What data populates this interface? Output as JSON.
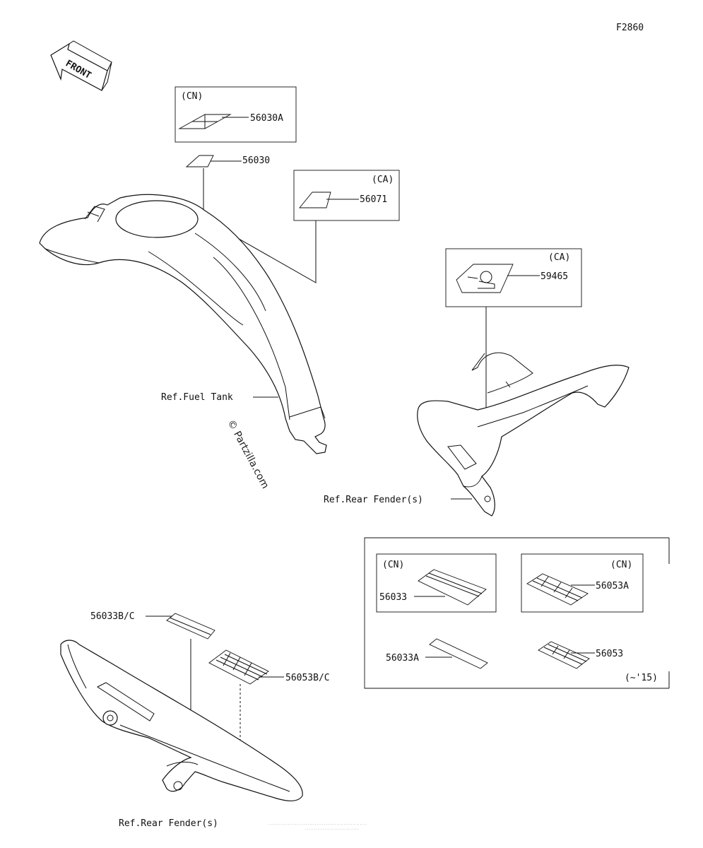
{
  "diagram_code": "F2860",
  "front_label": "FRONT",
  "watermark": "© Partzilla.com",
  "ref_fuel_tank": "Ref.Fuel Tank",
  "ref_rear_fender_top": "Ref.Rear Fender(s)",
  "ref_rear_fender_bottom": "Ref.Rear Fender(s)",
  "parts": {
    "p56030A": "56030A",
    "p56030": "56030",
    "p56071": "56071",
    "p59465": "59465",
    "p56033BC": "56033B/C",
    "p56053BC": "56053B/C",
    "p56033": "56033",
    "p56053A": "56053A",
    "p56033A": "56033A",
    "p56053": "56053"
  },
  "regions": {
    "cn_1": "(CN)",
    "ca_1": "(CA)",
    "ca_2": "(CA)",
    "cn_2": "(CN)",
    "cn_3": "(CN)",
    "year_note": "(~'15)"
  }
}
